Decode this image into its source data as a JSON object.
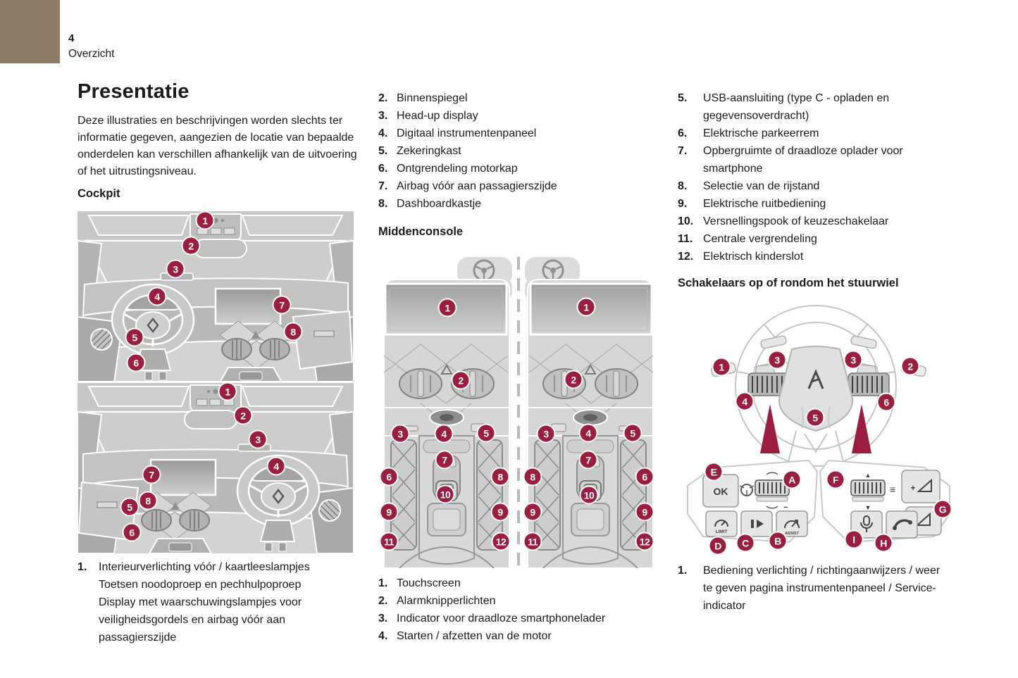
{
  "page": {
    "number": "4",
    "section": "Overzicht"
  },
  "colors": {
    "accent": "#9b1d3f",
    "tab": "#8d7c68"
  },
  "left": {
    "title": "Presentatie",
    "intro": "Deze illustraties en beschrijvingen worden slechts ter informatie gegeven, aangezien de locatie van bepaalde onderdelen kan verschillen afhankelijk van de uitvoering of het uitrustingsniveau.",
    "heading": "Cockpit",
    "legend": [
      {
        "num": "1.",
        "lines": [
          "Interieurverlichting vóór / kaartleeslampjes",
          "Toetsen noodoproep en pechhulpoproep",
          "Display met waarschuwingslampjes voor veiligheidsgordels en airbag vóór aan passagierszijde"
        ]
      }
    ]
  },
  "middle": {
    "items": [
      {
        "num": "2.",
        "text": "Binnenspiegel"
      },
      {
        "num": "3.",
        "text": "Head-up display"
      },
      {
        "num": "4.",
        "text": "Digitaal instrumentenpaneel"
      },
      {
        "num": "5.",
        "text": "Zekeringkast"
      },
      {
        "num": "6.",
        "text": "Ontgrendeling motorkap"
      },
      {
        "num": "7.",
        "text": "Airbag vóór aan passagierszijde"
      },
      {
        "num": "8.",
        "text": "Dashboardkastje"
      }
    ],
    "heading": "Middenconsole",
    "legend": [
      {
        "num": "1.",
        "text": "Touchscreen"
      },
      {
        "num": "2.",
        "text": "Alarmknipperlichten"
      },
      {
        "num": "3.",
        "text": "Indicator voor draadloze smartphonelader"
      },
      {
        "num": "4.",
        "text": "Starten / afzetten van de motor"
      }
    ]
  },
  "right": {
    "items": [
      {
        "num": "5.",
        "text": "USB-aansluiting (type C - opladen en gegevensoverdracht)"
      },
      {
        "num": "6.",
        "text": "Elektrische parkeerrem"
      },
      {
        "num": "7.",
        "text": "Opbergruimte of draadloze oplader voor smartphone"
      },
      {
        "num": "8.",
        "text": "Selectie van de rijstand"
      },
      {
        "num": "9.",
        "text": "Elektrische ruitbediening"
      },
      {
        "num": "10.",
        "text": "Versnellingspook of keuzeschakelaar"
      },
      {
        "num": "11.",
        "text": "Centrale vergrendeling"
      },
      {
        "num": "12.",
        "text": "Elektrisch kinderslot"
      }
    ],
    "heading": "Schakelaars op of rondom het stuurwiel",
    "legend": [
      {
        "num": "1.",
        "text": "Bediening verlichting / richtingaanwijzers / weer te geven pagina instrumentenpaneel / Service-indicator"
      }
    ]
  },
  "cockpit_callouts": [
    "1",
    "2",
    "3",
    "4",
    "5",
    "6",
    "7",
    "8",
    "1",
    "2",
    "3",
    "4",
    "7",
    "8",
    "5",
    "6"
  ],
  "console_callouts": [
    "1",
    "2",
    "3",
    "4",
    "5",
    "7",
    "6",
    "8",
    "10",
    "9",
    "9",
    "11",
    "12",
    "1",
    "2",
    "3",
    "4",
    "5",
    "7",
    "8",
    "6",
    "10",
    "9",
    "9",
    "11",
    "12"
  ],
  "wheel_callouts": [
    "1",
    "3",
    "3",
    "2",
    "4",
    "6",
    "5"
  ],
  "pod_callouts": [
    "E",
    "A",
    "F",
    "G",
    "D",
    "C",
    "B",
    "I",
    "H"
  ],
  "pods": {
    "ok": "OK",
    "limit": "LIMIT",
    "assist": "ASSIST",
    "plus": "+",
    "minus": "−",
    "up": "▲",
    "down": "▼",
    "menu": "≡"
  }
}
